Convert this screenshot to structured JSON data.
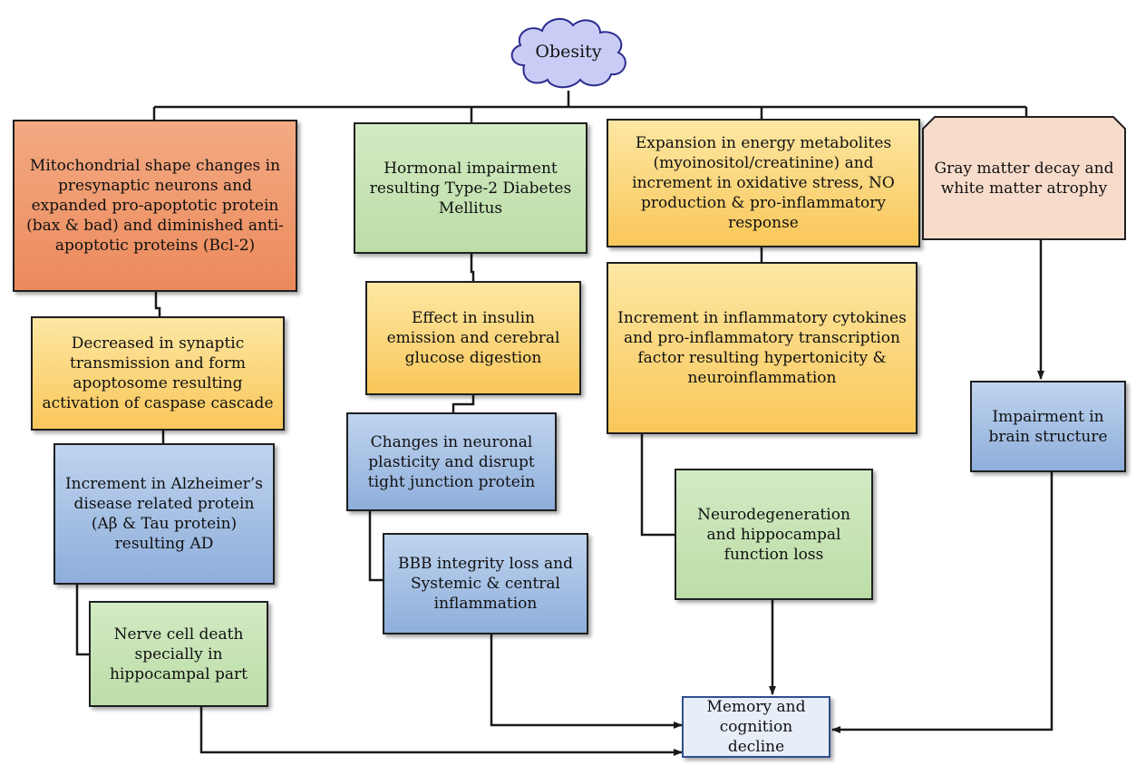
{
  "root": {
    "label": "Obesity"
  },
  "boxes": {
    "mitochondrial": "Mitochondrial shape changes in presynaptic neurons and expanded pro-apoptotic protein (bax & bad) and diminished anti-apoptotic proteins (Bcl-2)",
    "synaptic": "Decreased in synaptic transmission and form apoptosome resulting activation of caspase cascade",
    "alzheimers": "Increment in Alzheimer’s disease related protein (Aβ & Tau protein) resulting AD",
    "nerve_death": "Nerve cell death specially in hippocampal part",
    "hormonal": "Hormonal impairment resulting Type-2 Diabetes Mellitus",
    "insulin": "Effect in insulin emission and cerebral glucose digestion",
    "plasticity": "Changes in neuronal plasticity and disrupt tight junction protein",
    "bbb": "BBB integrity loss and Systemic & central inflammation",
    "energy": "Expansion in energy metabolites (myoinositol/creatinine) and increment in oxidative stress, NO production & pro-inflammatory response",
    "cytokines": "Increment in inflammatory cytokines and pro-inflammatory transcription factor resulting hypertonicity & neuroinflammation",
    "neurodegeneration": "Neurodegeneration and hippocampal function loss",
    "gray_matter": "Gray matter decay and white matter atrophy",
    "brain_structure": "Impairment in brain structure",
    "memory": "Memory and cognition decline"
  },
  "colors": {
    "orange": "#ec8a5c",
    "yellow": "#f9c75a",
    "green": "#bcdda7",
    "blue": "#8eaedb",
    "peach": "#f6d2bc",
    "cloud": "#c9cdf5",
    "line": "#1a1a1a"
  }
}
